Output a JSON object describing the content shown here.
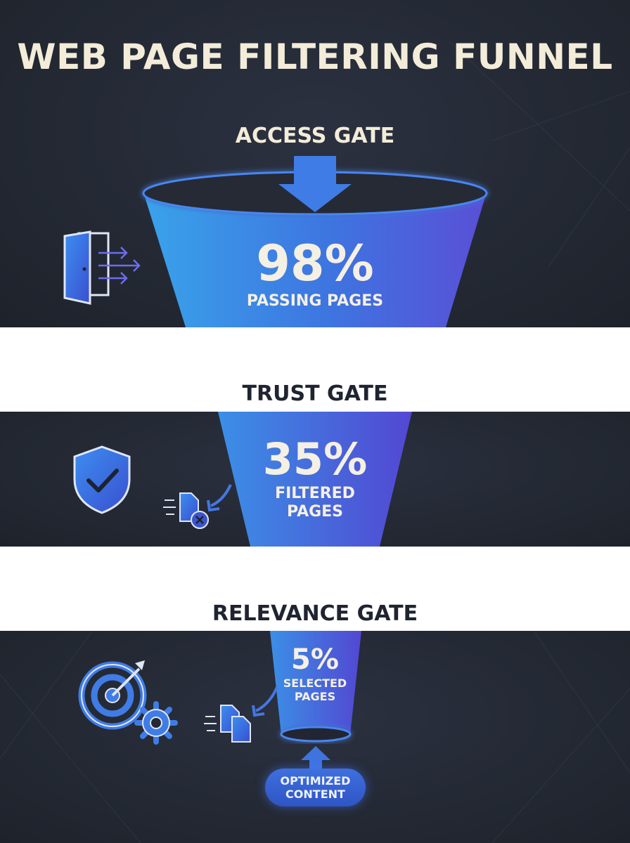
{
  "title": "WEB PAGE FILTERING FUNNEL",
  "gates": [
    {
      "label": "ACCESS GATE",
      "percent": "98%",
      "caption_lines": [
        "PASSING PAGES"
      ]
    },
    {
      "label": "TRUST GATE",
      "percent": "35%",
      "caption_lines": [
        "FILTERED",
        "PAGES"
      ]
    },
    {
      "label": "RELEVANCE GATE",
      "percent": "5%",
      "caption_lines": [
        "SELECTED",
        "PAGES"
      ]
    }
  ],
  "output_button": {
    "label": "OPTIMIZED\nCONTENT"
  },
  "icons": [
    "door-exit-icon",
    "shield-check-icon",
    "rejected-document-icon",
    "target-icon",
    "gear-icon",
    "documents-icon"
  ],
  "colors": {
    "background": "#232833",
    "funnel_light": "#3aa0e8",
    "funnel_dark": "#5a4fd6",
    "text_light": "#f3ecd9",
    "text_dark": "#1f2430"
  }
}
